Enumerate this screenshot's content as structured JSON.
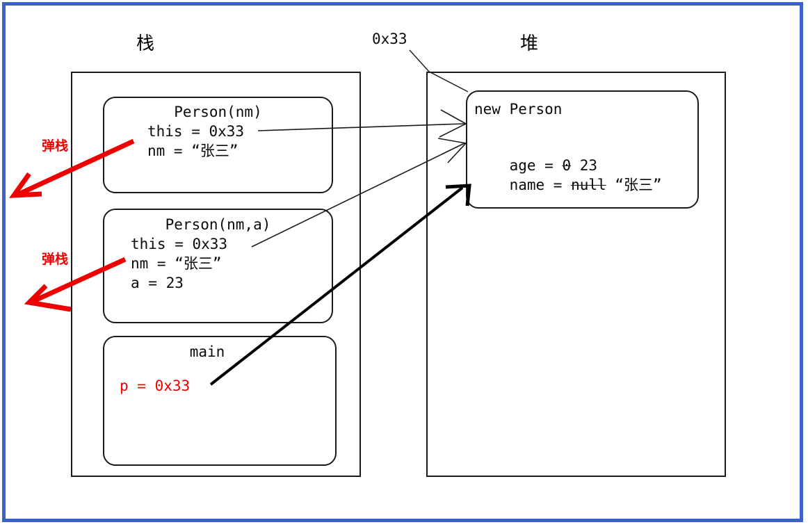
{
  "frame": {
    "border_color": "#3b62c8",
    "ink_color": "#1a1a1a",
    "accent_red": "#ee0000"
  },
  "stack": {
    "title": "栈",
    "frames": [
      {
        "name": "person-nm-frame",
        "header": "Person(nm)",
        "lines": [
          "this = 0x33",
          "nm = “张三”"
        ]
      },
      {
        "name": "person-nm-a-frame",
        "header": "Person(nm,a)",
        "lines": [
          "this = 0x33",
          "nm = “张三”",
          "a = 23"
        ]
      },
      {
        "name": "main-frame",
        "header": "main",
        "lines": [
          "p = 0x33"
        ]
      }
    ]
  },
  "heap": {
    "title": "堆",
    "address_label": "0x33",
    "object": {
      "header": "new Person",
      "fields": [
        {
          "label": "age = ",
          "old": "0",
          "new": " 23"
        },
        {
          "label": "name = ",
          "old": "null",
          "new": " “张三”"
        }
      ]
    }
  },
  "annotations": {
    "pop_stack_1": "弹栈",
    "pop_stack_2": "弹栈"
  }
}
